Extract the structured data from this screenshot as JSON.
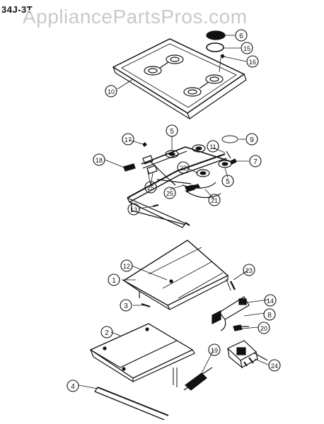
{
  "header": {
    "model": "34J-3T",
    "watermark": "AppliancePartsPros.com"
  },
  "callouts": {
    "c1": "1",
    "c2": "2",
    "c3": "3",
    "c4": "4",
    "c5a": "5",
    "c5b": "5",
    "c6": "6",
    "c7": "7",
    "c8": "8",
    "c9": "9",
    "c10": "10",
    "c11": "11",
    "c12": "12",
    "c13": "13",
    "c14": "14",
    "c15": "15",
    "c16": "16",
    "c17": "17",
    "c18": "18",
    "c19": "19",
    "c20": "20",
    "c21": "21",
    "c22": "22",
    "c23": "23",
    "c24": "24",
    "c25a": "25",
    "c25b": "25"
  },
  "colors": {
    "ink": "#111111",
    "watermark": "#c9c9c9",
    "paper": "#ffffff"
  }
}
